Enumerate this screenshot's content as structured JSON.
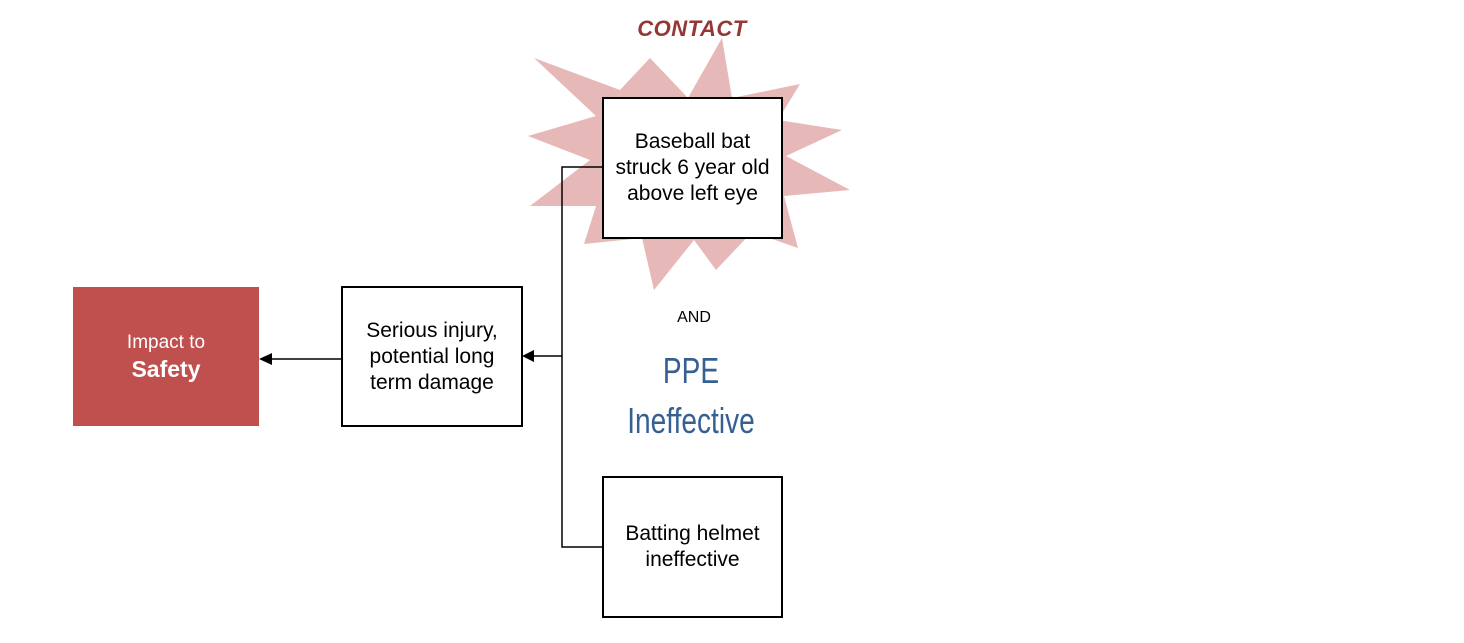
{
  "colors": {
    "impact_fill": "#c0504d",
    "burst_fill": "#e6b8b7",
    "contact_text": "#953735",
    "ppe_text": "#376092",
    "line": "#000000"
  },
  "contact": {
    "label": "CONTACT"
  },
  "event_box": {
    "lines": [
      "Baseball bat",
      "struck 6 year old",
      "above left eye"
    ]
  },
  "and_label": "AND",
  "ppe": {
    "lines": [
      "PPE",
      "Ineffective"
    ]
  },
  "helmet_box": {
    "lines": [
      "Batting helmet",
      "ineffective"
    ]
  },
  "consequence_box": {
    "lines": [
      "Serious injury,",
      "potential long",
      "term damage"
    ]
  },
  "impact": {
    "line1": "Impact to",
    "line2": "Safety"
  }
}
